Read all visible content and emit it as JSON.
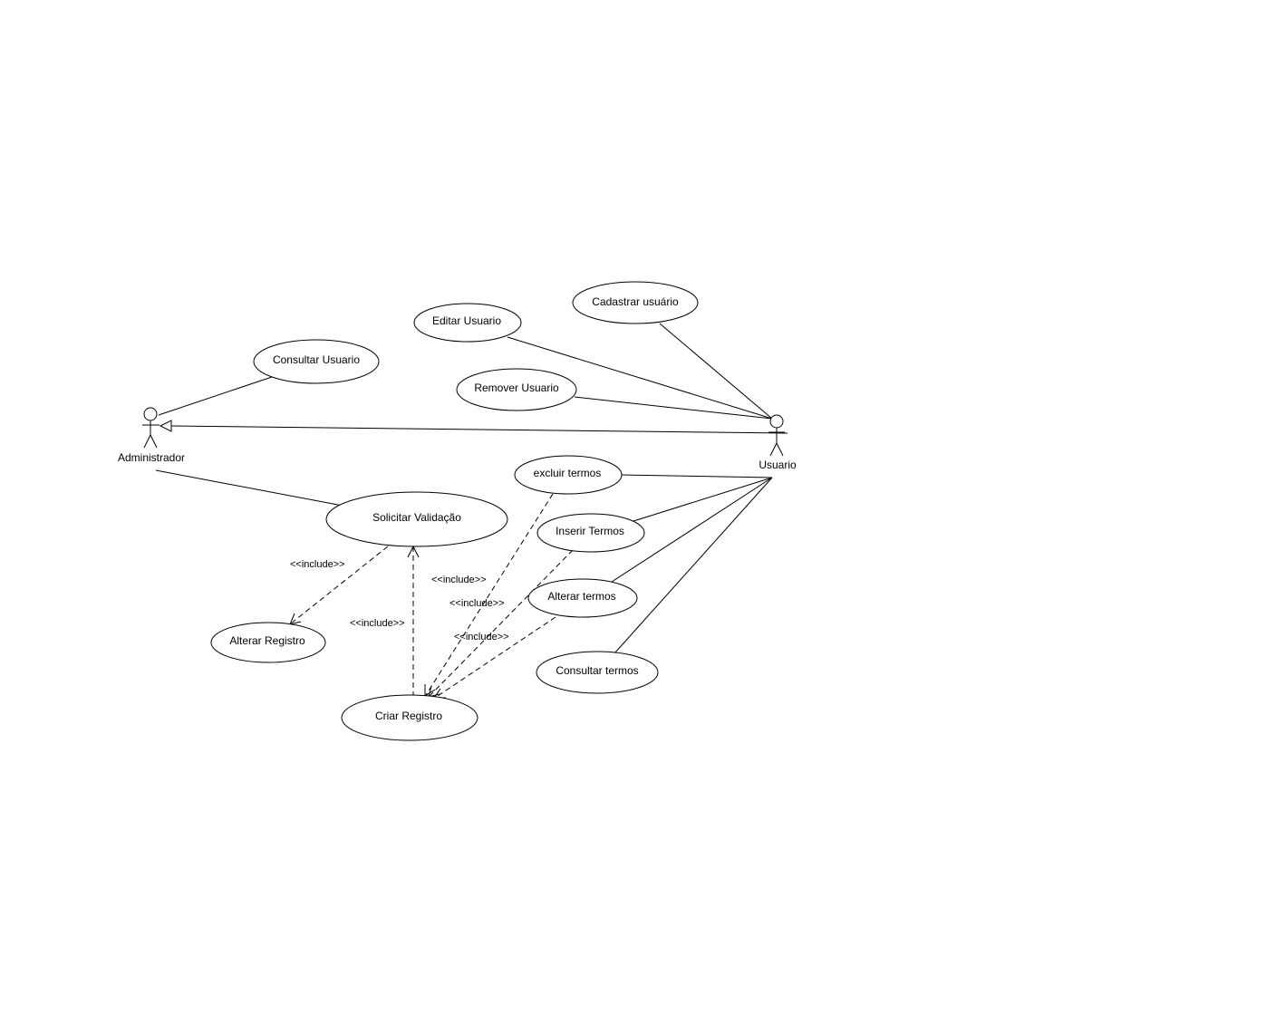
{
  "actors": {
    "administrador": "Administrador",
    "usuario": "Usuario"
  },
  "use_cases": {
    "cadastrar_usuario": "Cadastrar usuário",
    "editar_usuario": "Editar Usuario",
    "consultar_usuario": "Consultar Usuario",
    "remover_usuario": "Remover Usuario",
    "excluir_termos": "excluir termos",
    "solicitar_validacao": "Solicitar Validação",
    "inserir_termos": "Inserir Termos",
    "alterar_termos": "Alterar termos",
    "alterar_registro": "Alterar Registro",
    "consultar_termos": "Consultar termos",
    "criar_registro": "Criar Registro"
  },
  "stereotypes": {
    "include_1": "<<include>>",
    "include_2": "<<include>>",
    "include_3": "<<include>>",
    "include_4": "<<include>>",
    "include_5": "<<include>>"
  }
}
